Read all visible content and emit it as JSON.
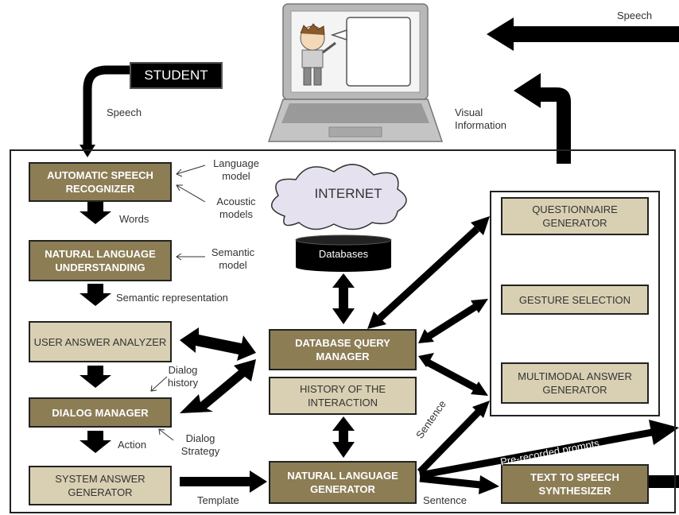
{
  "student": "STUDENT",
  "internet": "INTERNET",
  "databases": "Databases",
  "boxes": {
    "asr": "AUTOMATIC SPEECH RECOGNIZER",
    "nlu": "NATURAL LANGUAGE UNDERSTANDING",
    "uaa": "USER ANSWER ANALYZER",
    "dm": "DIALOG MANAGER",
    "sag": "SYSTEM ANSWER GENERATOR",
    "dqm": "DATABASE QUERY MANAGER",
    "hist": "HISTORY OF THE INTERACTION",
    "nlg": "NATURAL LANGUAGE GENERATOR",
    "qg": "QUESTIONNAIRE GENERATOR",
    "gs": "GESTURE SELECTION",
    "mag": "MULTIMODAL ANSWER GENERATOR",
    "tts": "TEXT TO SPEECH SYNTHESIZER"
  },
  "labels": {
    "speech_in": "Speech",
    "speech_out": "Speech",
    "language_model": "Language model",
    "acoustic_models": "Acoustic models",
    "words": "Words",
    "semantic_model": "Semantic model",
    "semantic_representation": "Semantic representation",
    "dialog_history": "Dialog history",
    "action": "Action",
    "dialog_strategy": "Dialog Strategy",
    "template": "Template",
    "sentence_1": "Sentence",
    "sentence_2": "Sentence",
    "prerecorded": "Pre-recorded prompts",
    "visual_information": "Visual Information"
  },
  "colors": {
    "dark_box": "#8c7d55",
    "light_box": "#d9d0b3",
    "arrow": "#000000"
  }
}
